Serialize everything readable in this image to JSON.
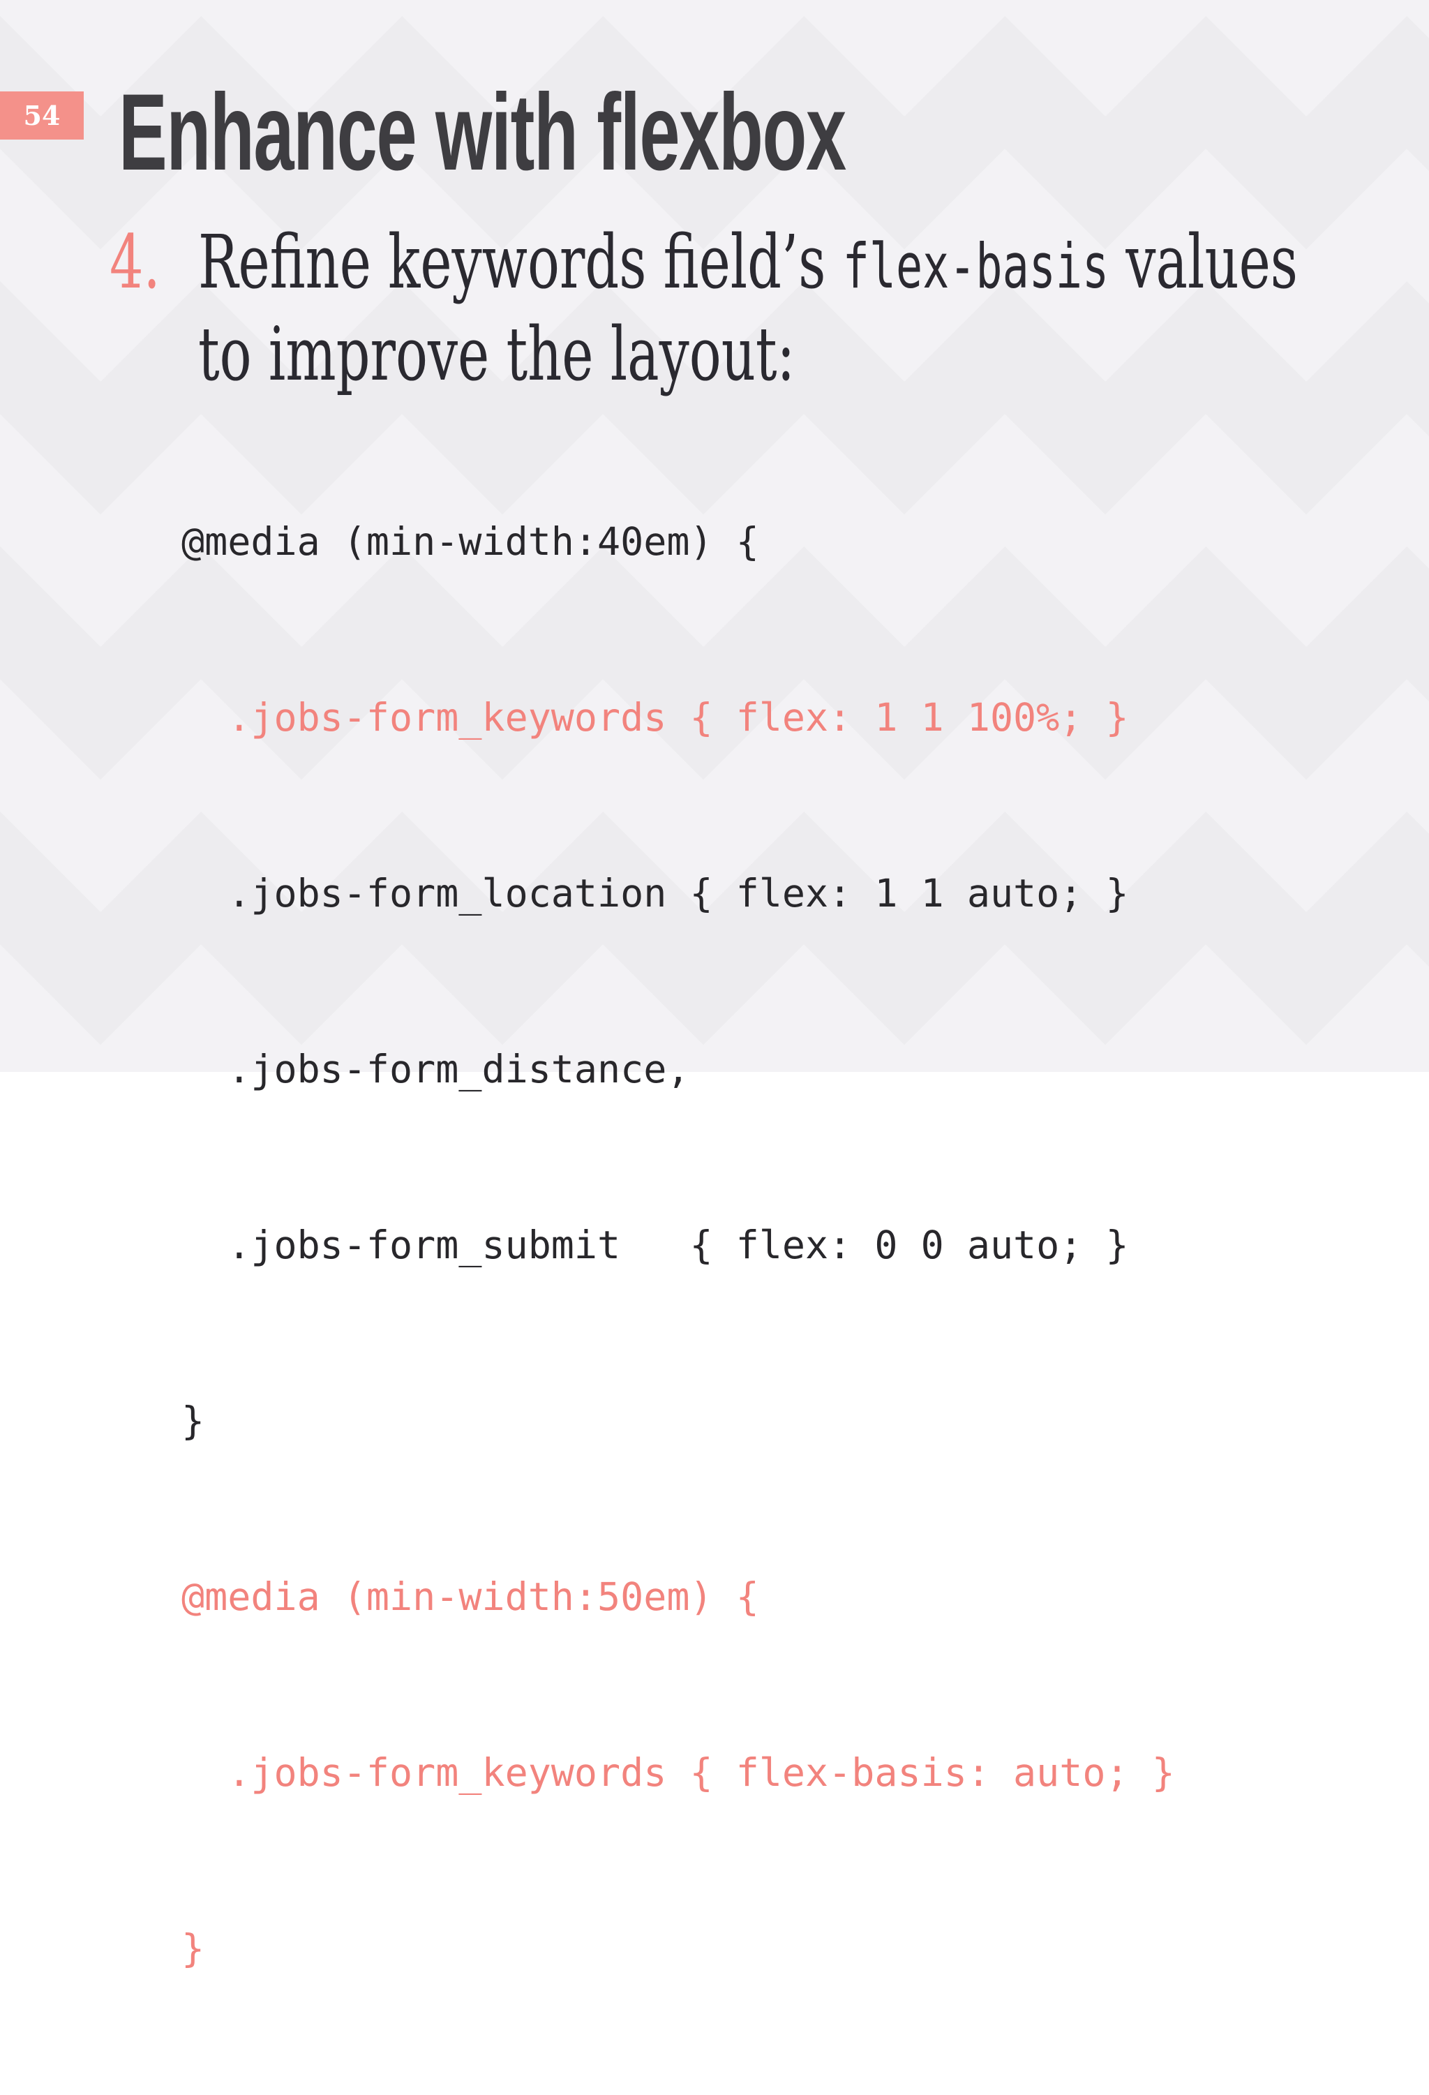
{
  "slide": {
    "page_number": "54",
    "title": "Enhance with flexbox",
    "step": {
      "number": "4.",
      "line1_pre": "Refine keywords field’s ",
      "line1_code": "flex-basis",
      "line1_post": " values",
      "line2": "to improve the layout:"
    },
    "code": {
      "lines": [
        {
          "text": "@media (min-width:40em) {",
          "color": "dark"
        },
        {
          "text": "  .jobs-form_keywords { flex: 1 1 100%; }",
          "color": "pink"
        },
        {
          "text": "  .jobs-form_location { flex: 1 1 auto; }",
          "color": "dark"
        },
        {
          "text": "  .jobs-form_distance,",
          "color": "dark"
        },
        {
          "text": "  .jobs-form_submit   { flex: 0 0 auto; }",
          "color": "dark"
        },
        {
          "text": "}",
          "color": "dark"
        },
        {
          "text": "@media (min-width:50em) {",
          "color": "pink"
        },
        {
          "text": "  .jobs-form_keywords { flex-basis: auto; }",
          "color": "pink"
        },
        {
          "text": "}",
          "color": "pink"
        }
      ]
    },
    "colors": {
      "accent_pink": "#f2837d",
      "badge_pink": "#f4918a",
      "title_dark": "#3e3d41",
      "body_dark": "#2a2930",
      "code_dark": "#28272b",
      "background_base": "#edecef",
      "background_diamond": "#f3f2f5"
    }
  }
}
